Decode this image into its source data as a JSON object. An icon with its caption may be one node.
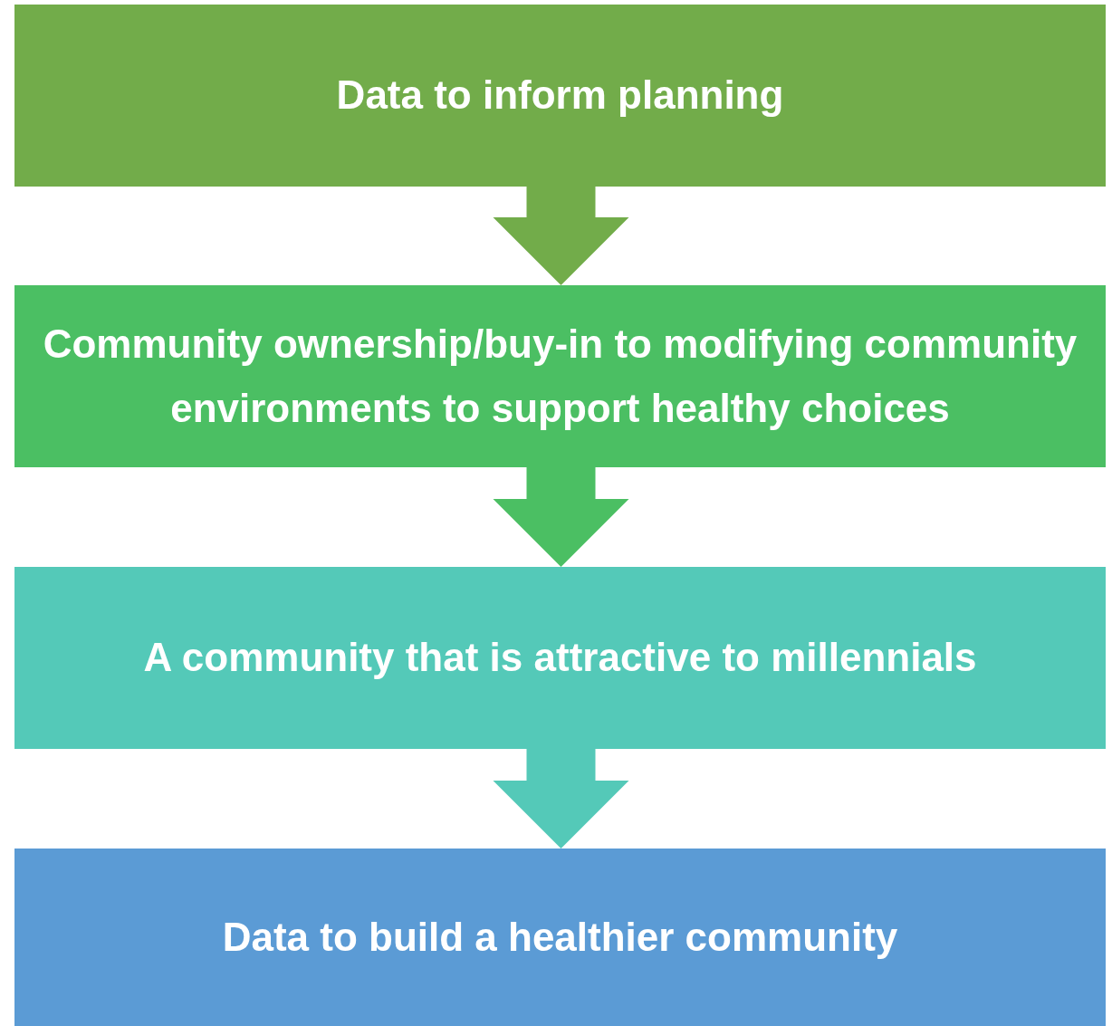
{
  "diagram": {
    "nodes": [
      {
        "text": [
          "Data to inform planning"
        ]
      },
      {
        "text": [
          "Community ownership/buy-in to modifying community environments to support healthy choices"
        ]
      },
      {
        "text": [
          "A community that is attractive to millennials"
        ]
      },
      {
        "text": [
          "Data to build a healthier community"
        ]
      }
    ],
    "edges": [
      {
        "from": 0,
        "to": 1,
        "arrow": "to"
      },
      {
        "from": 1,
        "to": 2,
        "arrow": "to"
      },
      {
        "from": 2,
        "to": 3,
        "arrow": "to"
      }
    ]
  }
}
